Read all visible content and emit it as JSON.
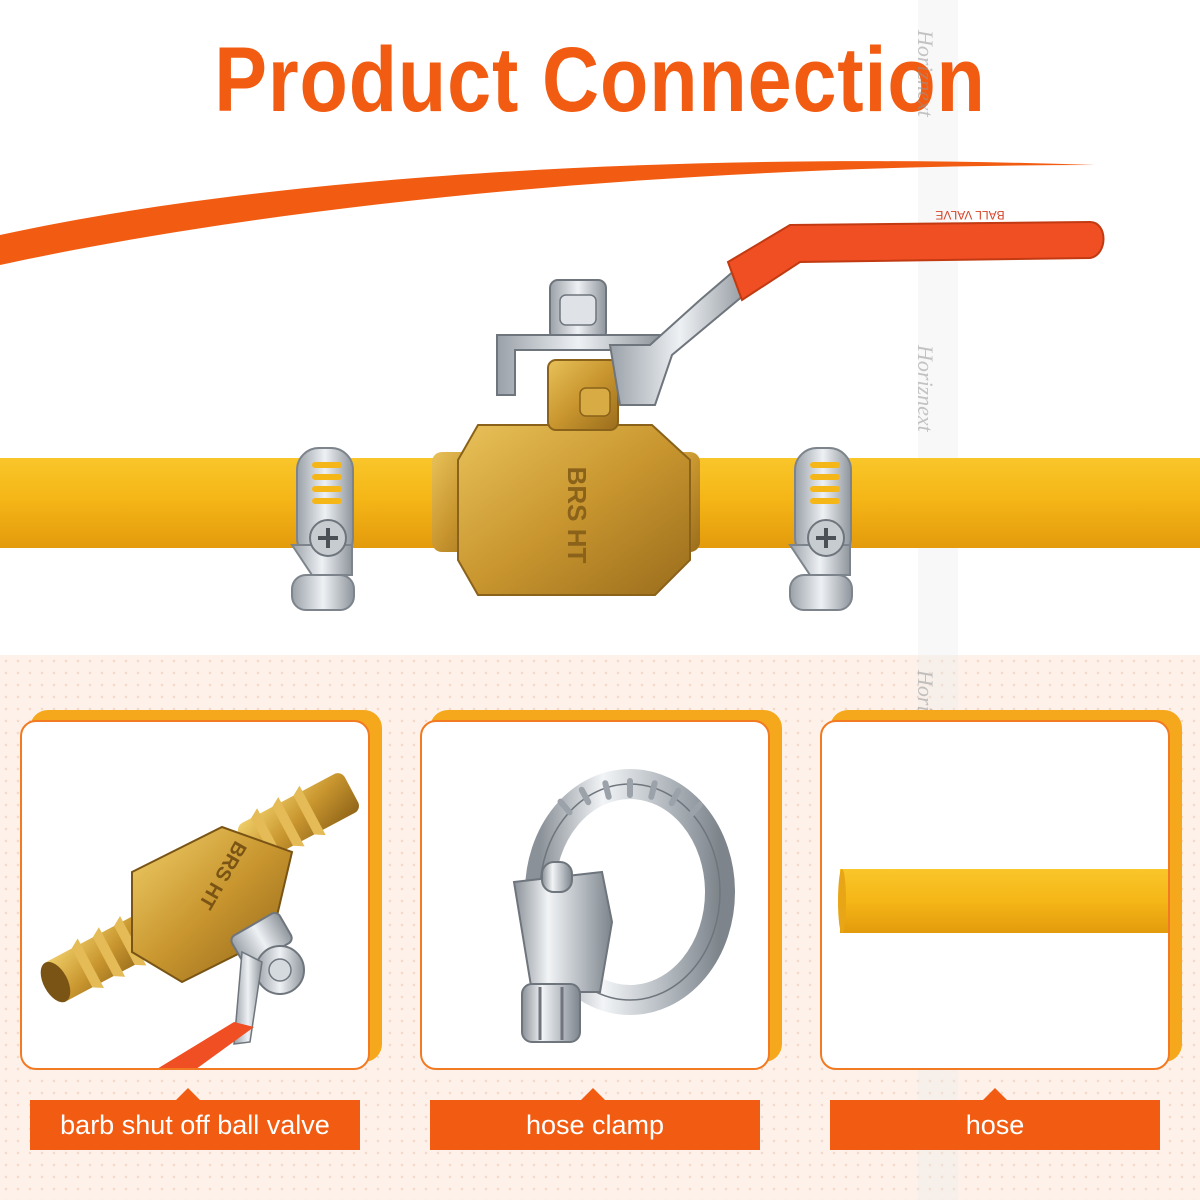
{
  "header": {
    "title": "Product Connection"
  },
  "watermark": {
    "brand": "Horiznext"
  },
  "hero": {
    "valve_text": "BRS  HT",
    "handle_text": "BALL VALVE"
  },
  "parts": [
    {
      "label": "barb shut off ball valve",
      "stamp": "BRS  HT"
    },
    {
      "label": "hose clamp"
    },
    {
      "label": "hose"
    }
  ],
  "colors": {
    "accent": "#f25c12",
    "card_frame": "#f6a81c",
    "hose": "#f5b617",
    "brass": "#c9962f",
    "handle": "#f04e23",
    "steel": "#c7ccd1"
  }
}
